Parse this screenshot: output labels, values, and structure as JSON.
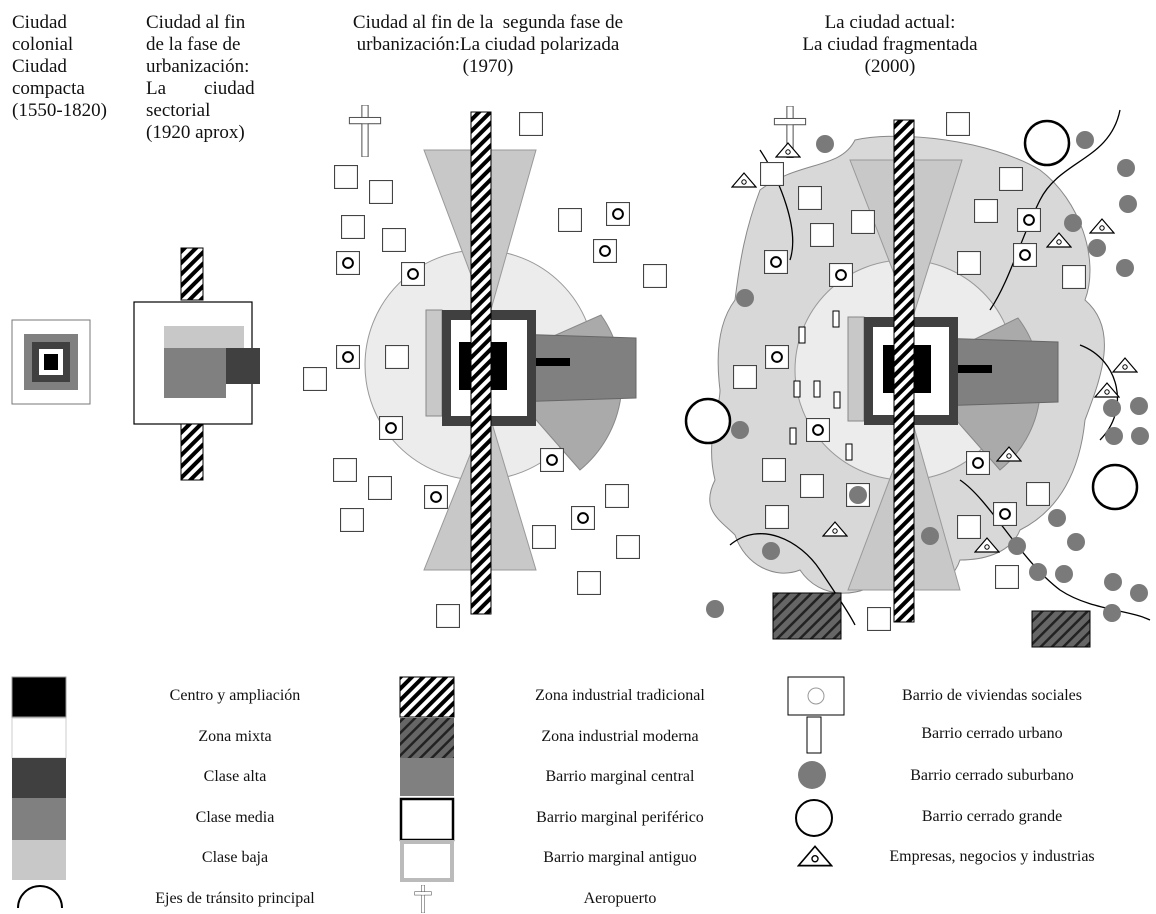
{
  "panels": [
    {
      "id": "colonial",
      "lines": [
        "Ciudad",
        "colonial",
        "Ciudad",
        "compacta",
        "(1550-1820)"
      ]
    },
    {
      "id": "sectorial",
      "lines": [
        "Ciudad al fin",
        "de la fase de",
        "urbanización:",
        "La        ciudad",
        "sectorial",
        "(1920 aprox)"
      ]
    },
    {
      "id": "polarizada",
      "lines": [
        "Ciudad al fin de la  segunda fase de",
        "urbanización:La ciudad polarizada",
        "(1970)"
      ]
    },
    {
      "id": "fragmentada",
      "lines": [
        "La ciudad actual:",
        "La ciudad fragmentada",
        "(2000)"
      ]
    }
  ],
  "legend": {
    "col1": [
      "Centro y ampliación",
      "Zona mixta",
      "Clase alta",
      "Clase media",
      "Clase baja",
      "Ejes de tránsito principal"
    ],
    "col2": [
      "Zona industrial tradicional",
      "Zona industrial moderna",
      "Barrio marginal central",
      "Barrio marginal periférico",
      "Barrio marginal antiguo",
      "Aeropuerto"
    ],
    "col3": [
      "Barrio de viviendas sociales",
      "Barrio cerrado urbano",
      "Barrio cerrado suburbano",
      "Barrio cerrado grande",
      "Empresas, negocios y industrias"
    ]
  },
  "colors": {
    "centro": "#000000",
    "mixta": "#ffffff",
    "alta": "#404040",
    "media": "#808080",
    "baja": "#c8c8c8",
    "pale": "#ececec",
    "dot": "#7a7a7a"
  }
}
